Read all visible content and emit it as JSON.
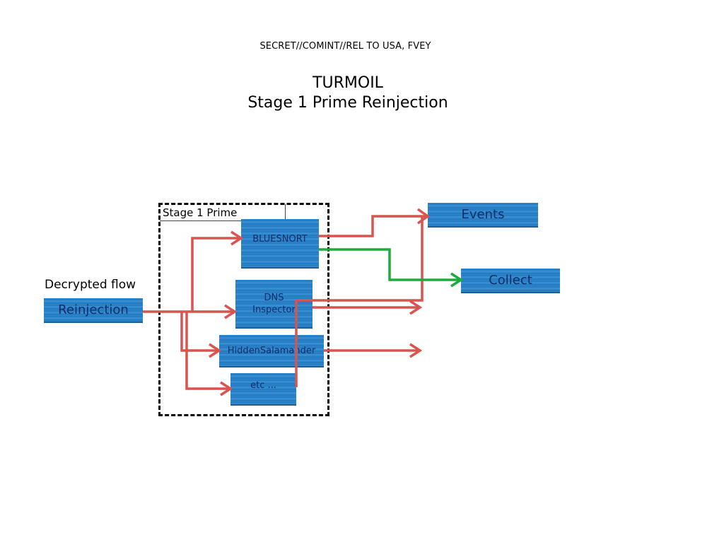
{
  "classification": "SECRET//COMINT//REL TO USA, FVEY",
  "title_line1": "TURMOIL",
  "title_line2": "Stage 1 Prime Reinjection",
  "group_label": "Stage 1 Prime",
  "input_label": "Decrypted flow",
  "nodes": {
    "reinjection": "Reinjection",
    "bluesnort": "BLUESNORT",
    "dns_line1": "DNS",
    "dns_line2": "Inspector",
    "hidden_salamander": "HiddenSalamander",
    "etc": "etc ...",
    "events": "Events",
    "collect": "Collect"
  },
  "colors": {
    "red_flow": "#d9534f",
    "green_flow": "#1faa3c",
    "box_text": "#0d2d6b"
  }
}
